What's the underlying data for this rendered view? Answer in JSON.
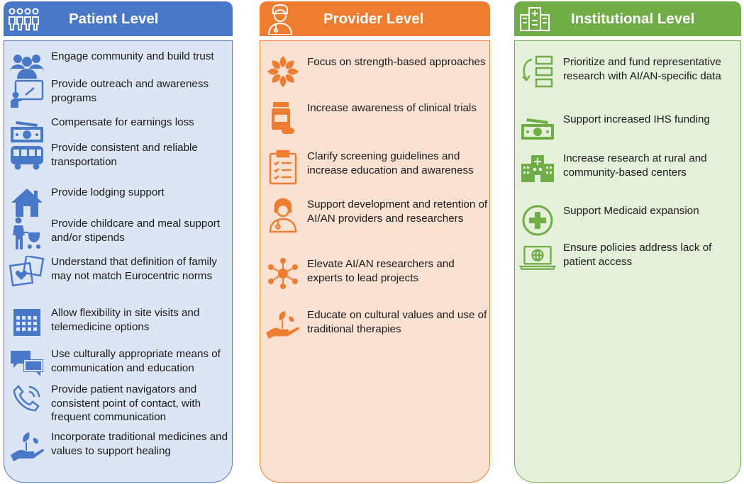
{
  "columns": {
    "patient": {
      "title": "Patient Level",
      "color": "#4a78c8",
      "items": [
        {
          "icon": "community-icon",
          "text": "Engage community and build trust"
        },
        {
          "icon": "presentation-icon",
          "text": "Provide outreach and awareness programs"
        },
        {
          "icon": "money-icon",
          "text": "Compensate for earnings loss"
        },
        {
          "icon": "bus-icon",
          "text": "Provide consistent and reliable transportation"
        },
        {
          "icon": "house-icon",
          "text": "Provide lodging support"
        },
        {
          "icon": "parent-stroller-icon",
          "text": "Provide childcare and meal support and/or stipends"
        },
        {
          "icon": "family-photos-icon",
          "text": "Understand that definition of family may not match Eurocentric norms"
        },
        {
          "icon": "calendar-icon",
          "text": "Allow flexibility in site visits and telemedicine options"
        },
        {
          "icon": "chat-bubbles-icon",
          "text": "Use culturally appropriate means of communication and education"
        },
        {
          "icon": "phone-icon",
          "text": "Provide patient navigators and consistent point of contact, with frequent communication"
        },
        {
          "icon": "hand-plant-icon",
          "text": "Incorporate traditional medicines and values to support healing"
        }
      ]
    },
    "provider": {
      "title": "Provider Level",
      "color": "#ee7d31",
      "items": [
        {
          "icon": "flower-icon",
          "text": "Focus on strength-based approaches"
        },
        {
          "icon": "pill-bottle-icon",
          "text": "Increase awareness of clinical trials"
        },
        {
          "icon": "clipboard-icon",
          "text": "Clarify screening guidelines and increase education and awareness"
        },
        {
          "icon": "doctor-icon",
          "text": "Support development and retention of AI/AN providers and researchers"
        },
        {
          "icon": "network-icon",
          "text": "Elevate AI/AN researchers and experts to lead projects"
        },
        {
          "icon": "hand-plant-icon",
          "text": "Educate on cultural values and use of traditional therapies"
        }
      ]
    },
    "institution": {
      "title": "Institutional Level",
      "color": "#70ad47",
      "items": [
        {
          "icon": "priority-list-icon",
          "text": "Prioritize and fund representative research with AI/AN-specific data"
        },
        {
          "icon": "money-icon",
          "text": "Support increased IHS funding"
        },
        {
          "icon": "hospital-icon",
          "text": "Increase research at rural and community-based centers"
        },
        {
          "icon": "medical-cross-icon",
          "text": "Support Medicaid expansion"
        },
        {
          "icon": "laptop-globe-icon",
          "text": "Ensure policies address lack of patient access"
        }
      ]
    }
  }
}
